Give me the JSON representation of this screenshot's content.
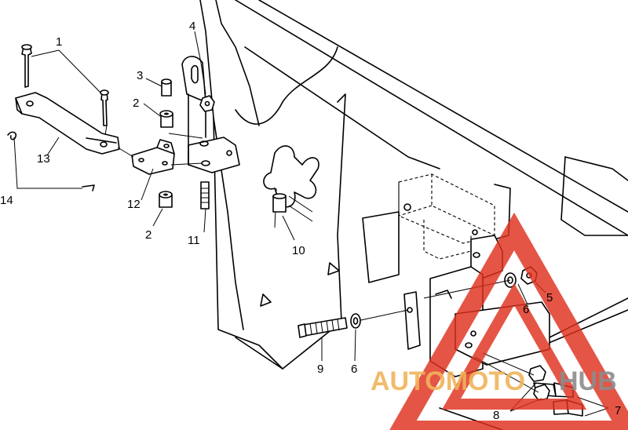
{
  "callouts": {
    "c1": "1",
    "c2a": "2",
    "c2b": "2",
    "c3": "3",
    "c4": "4",
    "c5": "5",
    "c6a": "6",
    "c6b": "6",
    "c7": "7",
    "c8": "8",
    "c9": "9",
    "c10": "10",
    "c11": "11",
    "c12": "12",
    "c13": "13",
    "c14": "14"
  },
  "watermark": {
    "text_a": "AUTOMOTO",
    "text_b": "HUB",
    "color_a": "#f0b45a",
    "color_b": "#8c8c8c",
    "triangle_color": "#e0301e"
  }
}
